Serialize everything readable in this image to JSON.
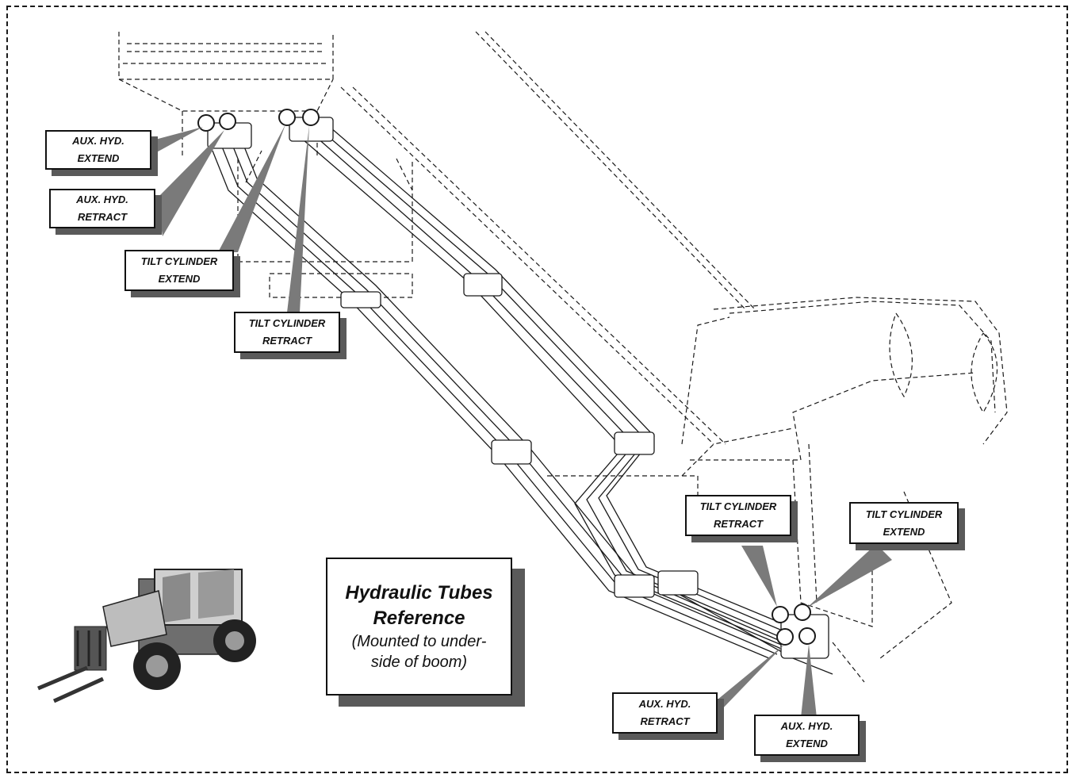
{
  "reference_box": {
    "title_line1": "Hydraulic Tubes",
    "title_line2": "Reference",
    "subtitle_line1": "(Mounted to under-",
    "subtitle_line2": "side of boom)"
  },
  "labels": {
    "top_aux_extend": [
      "AUX. HYD.",
      "EXTEND"
    ],
    "top_aux_retract": [
      "AUX. HYD.",
      "RETRACT"
    ],
    "top_tilt_extend": [
      "TILT CYLINDER",
      "EXTEND"
    ],
    "top_tilt_retract": [
      "TILT CYLINDER",
      "RETRACT"
    ],
    "bottom_tilt_retract": [
      "TILT CYLINDER",
      "RETRACT"
    ],
    "bottom_tilt_extend": [
      "TILT CYLINDER",
      "EXTEND"
    ],
    "bottom_aux_retract": [
      "AUX. HYD.",
      "RETRACT"
    ],
    "bottom_aux_extend": [
      "AUX. HYD.",
      "EXTEND"
    ]
  },
  "colors": {
    "line": "#1a1a1a",
    "shadow": "#5a5a5a",
    "leader": "#7a7a7a"
  }
}
